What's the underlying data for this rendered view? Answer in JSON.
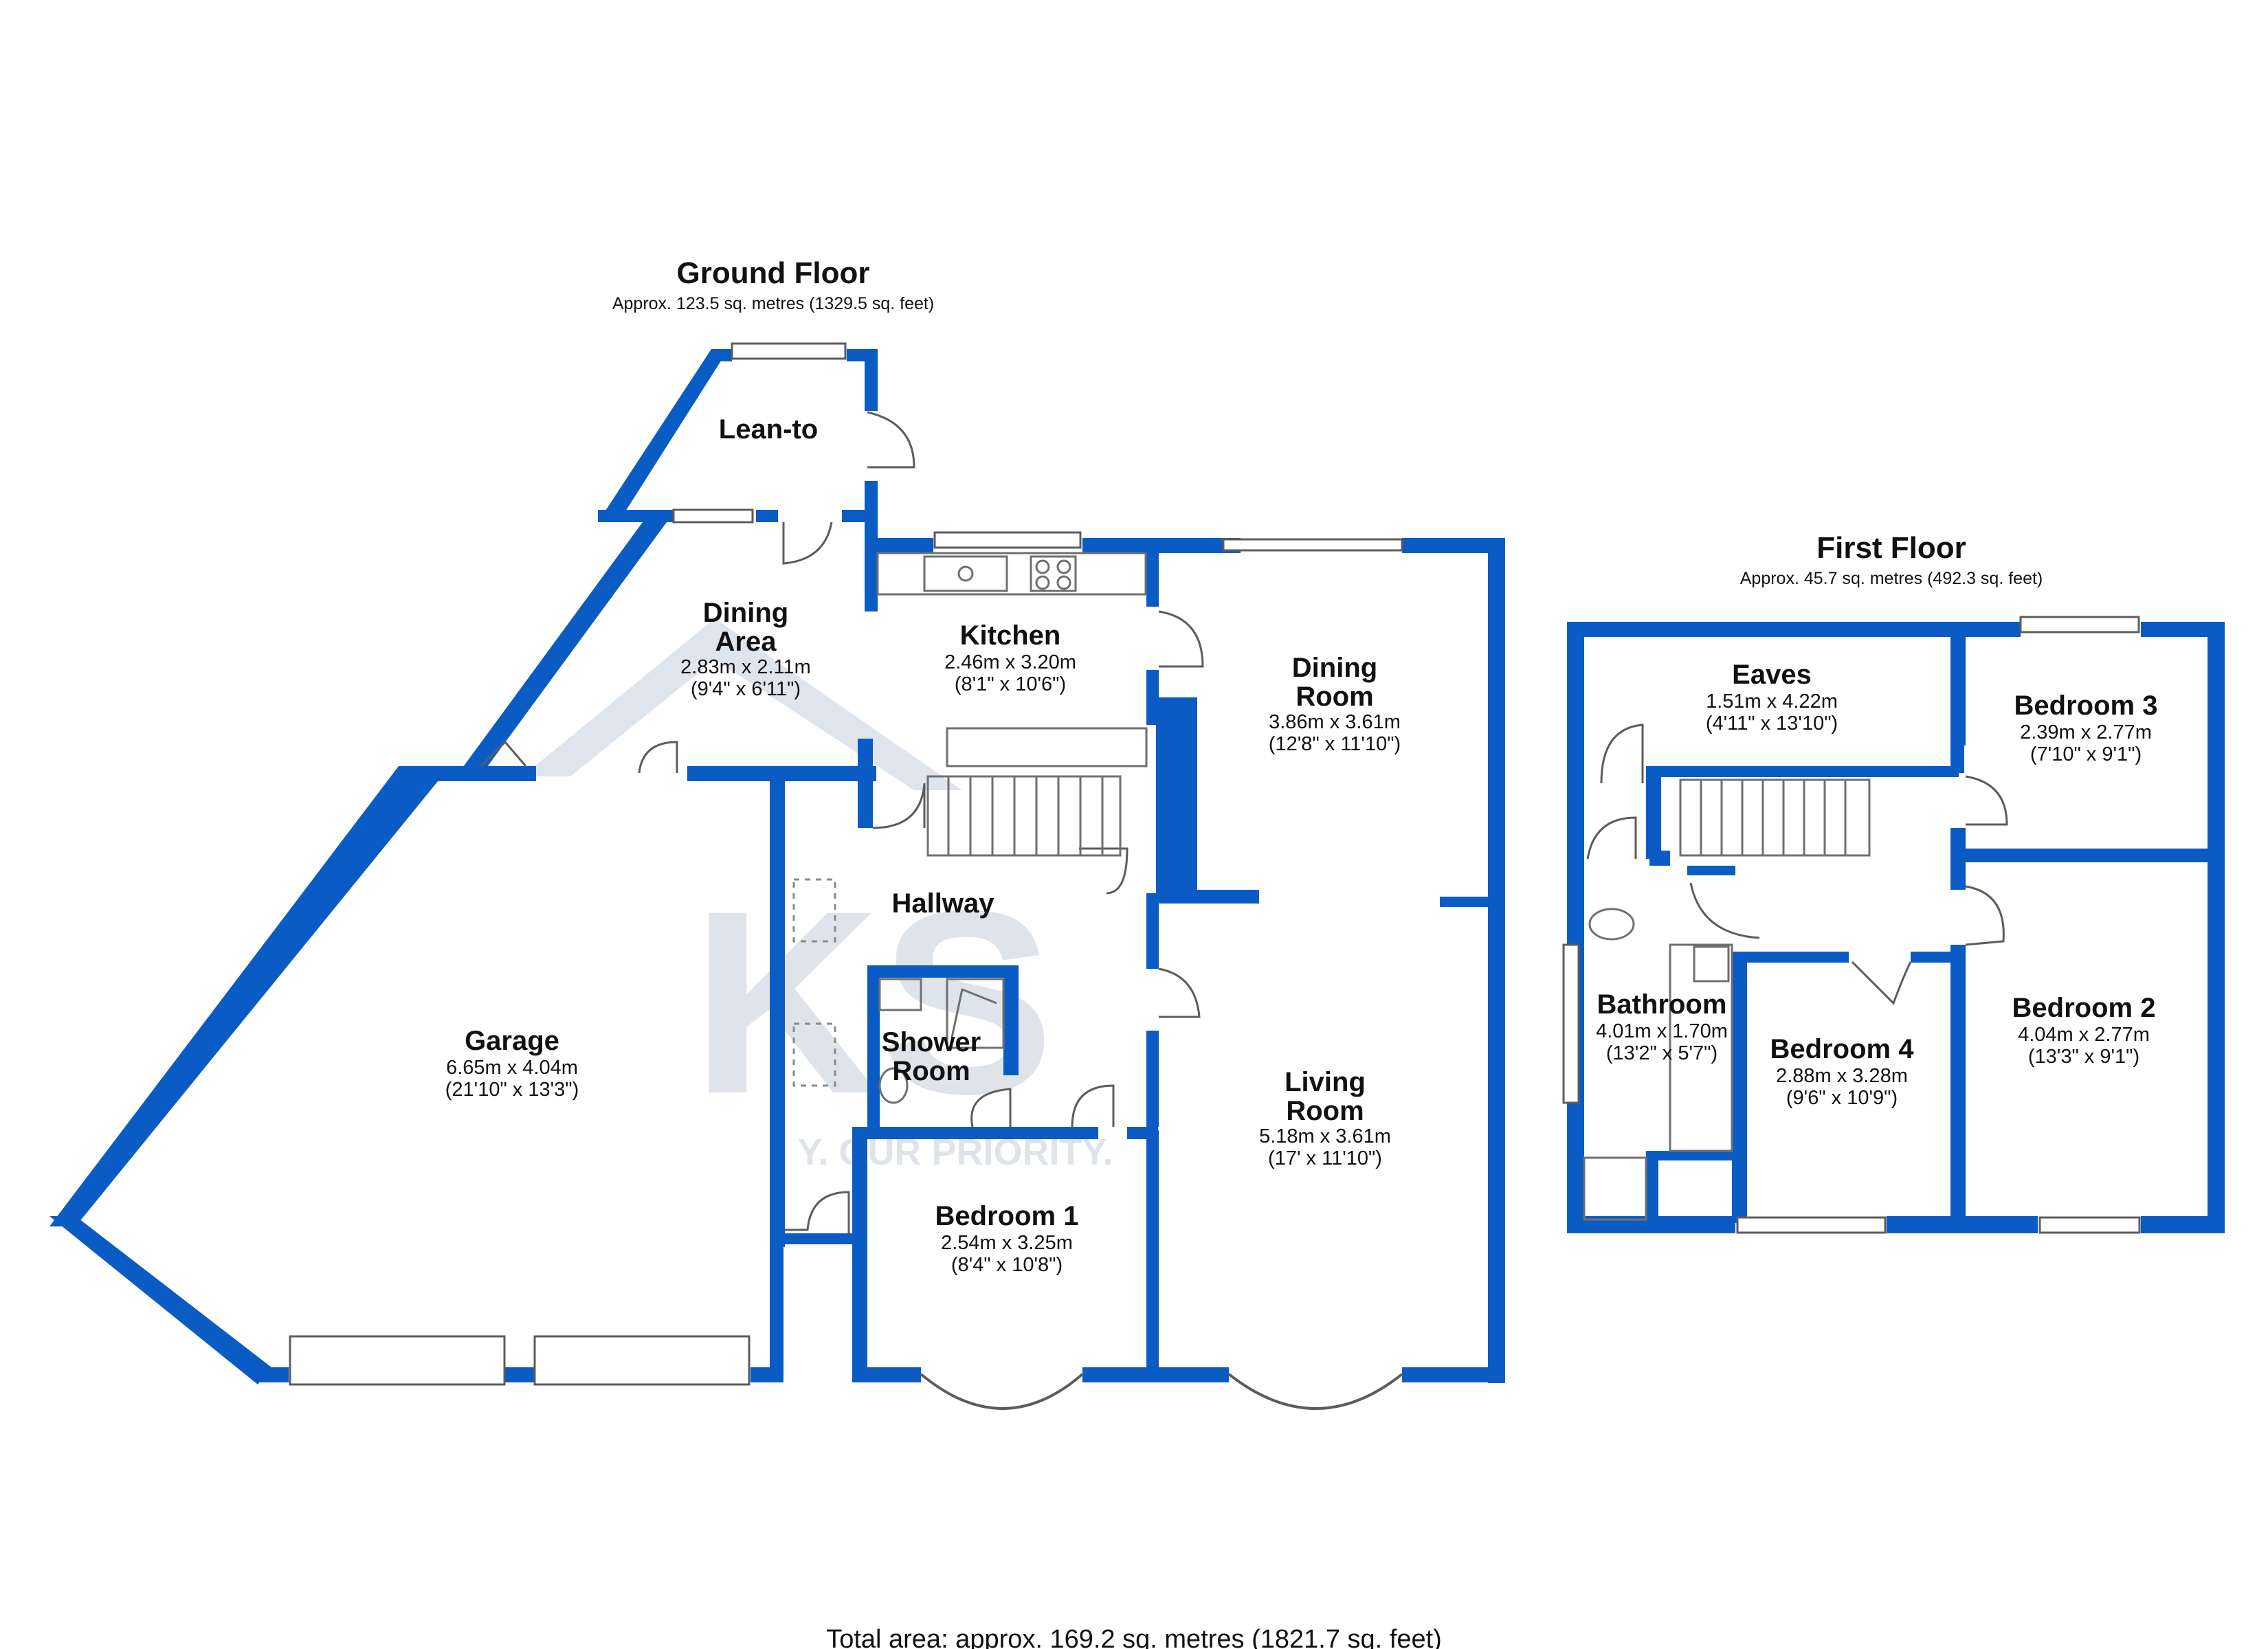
{
  "ground_floor": {
    "title": "Ground Floor",
    "area": "Approx. 123.5 sq. metres (1329.5 sq. feet)"
  },
  "first_floor": {
    "title": "First Floor",
    "area": "Approx. 45.7 sq. metres (492.3 sq. feet)"
  },
  "rooms": {
    "lean_to": {
      "name": "Lean-to"
    },
    "dining_area": {
      "name_line1": "Dining",
      "name_line2": "Area",
      "metric": "2.83m x 2.11m",
      "imperial": "(9'4\" x 6'11\")"
    },
    "kitchen": {
      "name": "Kitchen",
      "metric": "2.46m x 3.20m",
      "imperial": "(8'1\" x 10'6\")"
    },
    "dining_room": {
      "name_line1": "Dining",
      "name_line2": "Room",
      "metric": "3.86m x 3.61m",
      "imperial": "(12'8\" x 11'10\")"
    },
    "hallway": {
      "name": "Hallway"
    },
    "garage": {
      "name": "Garage",
      "metric": "6.65m x 4.04m",
      "imperial": "(21'10\" x 13'3\")"
    },
    "shower_room": {
      "name_line1": "Shower",
      "name_line2": "Room"
    },
    "living_room": {
      "name_line1": "Living",
      "name_line2": "Room",
      "metric": "5.18m x 3.61m",
      "imperial": "(17' x 11'10\")"
    },
    "bedroom_1": {
      "name": "Bedroom 1",
      "metric": "2.54m x 3.25m",
      "imperial": "(8'4\" x 10'8\")"
    },
    "eaves": {
      "name": "Eaves",
      "metric": "1.51m x 4.22m",
      "imperial": "(4'11\" x 13'10\")"
    },
    "bedroom_3": {
      "name": "Bedroom 3",
      "metric": "2.39m x 2.77m",
      "imperial": "(7'10\" x 9'1\")"
    },
    "bathroom": {
      "name": "Bathroom",
      "metric": "4.01m x 1.70m",
      "imperial": "(13'2\" x 5'7\")"
    },
    "bedroom_4": {
      "name": "Bedroom 4",
      "metric": "2.88m x 3.28m",
      "imperial": "(9'6\" x 10'9\")"
    },
    "bedroom_2": {
      "name": "Bedroom 2",
      "metric": "4.04m x 2.77m",
      "imperial": "(13'3\" x 9'1\")"
    }
  },
  "total_area": "Total area: approx. 169.2 sq. metres (1821.7 sq. feet)",
  "watermark": {
    "text": "KS",
    "tagline": "Y. OUR PRIORITY."
  },
  "colors": {
    "wall": "#0a5cc4",
    "fixture": "#6f6f6f",
    "watermark": "#c5cfdc"
  }
}
